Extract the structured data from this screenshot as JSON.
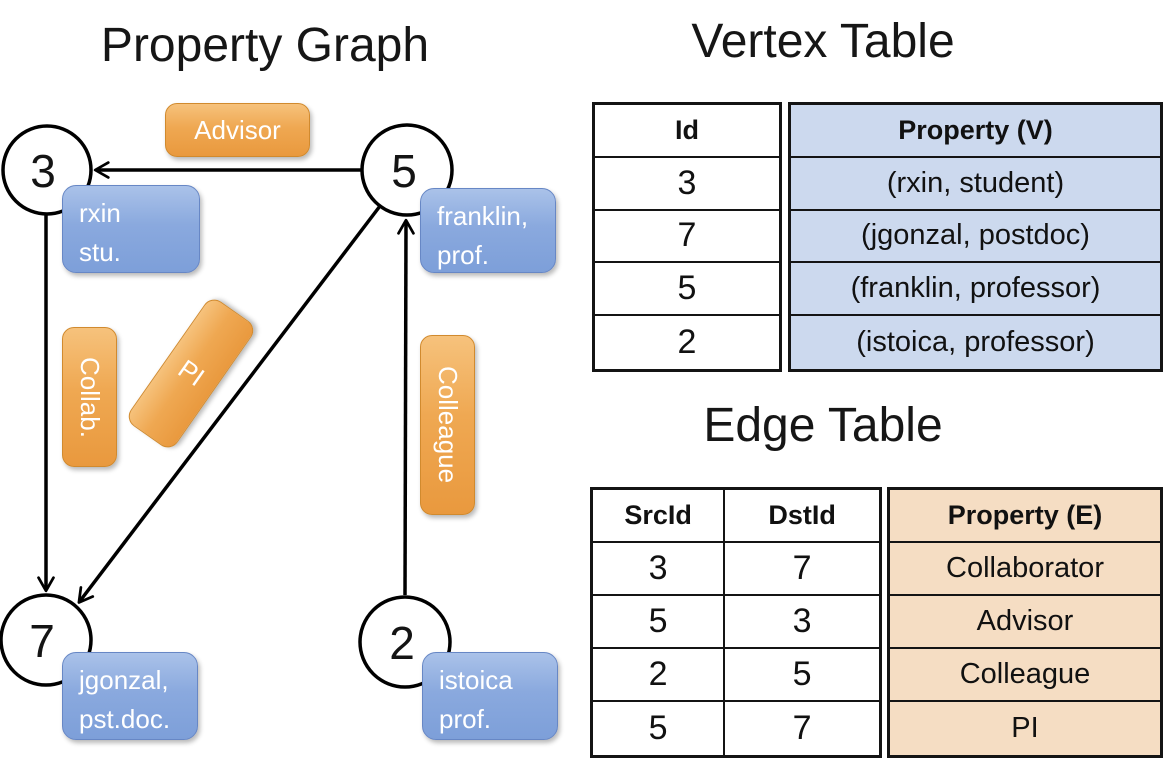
{
  "titles": {
    "property_graph": "Property Graph",
    "vertex_table": "Vertex Table",
    "edge_table": "Edge Table"
  },
  "graph": {
    "nodes": [
      {
        "id": "3"
      },
      {
        "id": "5"
      },
      {
        "id": "7"
      },
      {
        "id": "2"
      }
    ],
    "node_properties": {
      "rxin": {
        "line1": "rxin",
        "line2": "stu."
      },
      "franklin": {
        "line1": "franklin,",
        "line2": "prof."
      },
      "jgonzal": {
        "line1": "jgonzal,",
        "line2": "pst.doc."
      },
      "istoica": {
        "line1": "istoica",
        "line2": "prof."
      }
    },
    "edge_labels": {
      "advisor": "Advisor",
      "collab": "Collab.",
      "pi": "PI",
      "colleague": "Colleague"
    }
  },
  "vertex_table": {
    "headers": {
      "id": "Id",
      "property": "Property (V)"
    },
    "rows": [
      {
        "id": "3",
        "property": "(rxin, student)"
      },
      {
        "id": "7",
        "property": "(jgonzal, postdoc)"
      },
      {
        "id": "5",
        "property": "(franklin, professor)"
      },
      {
        "id": "2",
        "property": "(istoica, professor)"
      }
    ]
  },
  "edge_table": {
    "headers": {
      "src": "SrcId",
      "dst": "DstId",
      "property": "Property (E)"
    },
    "rows": [
      {
        "src": "3",
        "dst": "7",
        "property": "Collaborator"
      },
      {
        "src": "5",
        "dst": "3",
        "property": "Advisor"
      },
      {
        "src": "2",
        "dst": "5",
        "property": "Colleague"
      },
      {
        "src": "5",
        "dst": "7",
        "property": "PI"
      }
    ]
  },
  "colors": {
    "edge_label_orange": "#ed9d3f",
    "vertex_box_blue": "#84a3da",
    "vertex_cell_bg": "#ccd9ee",
    "edge_cell_bg": "#f5ddc3",
    "line_black": "#000000"
  }
}
